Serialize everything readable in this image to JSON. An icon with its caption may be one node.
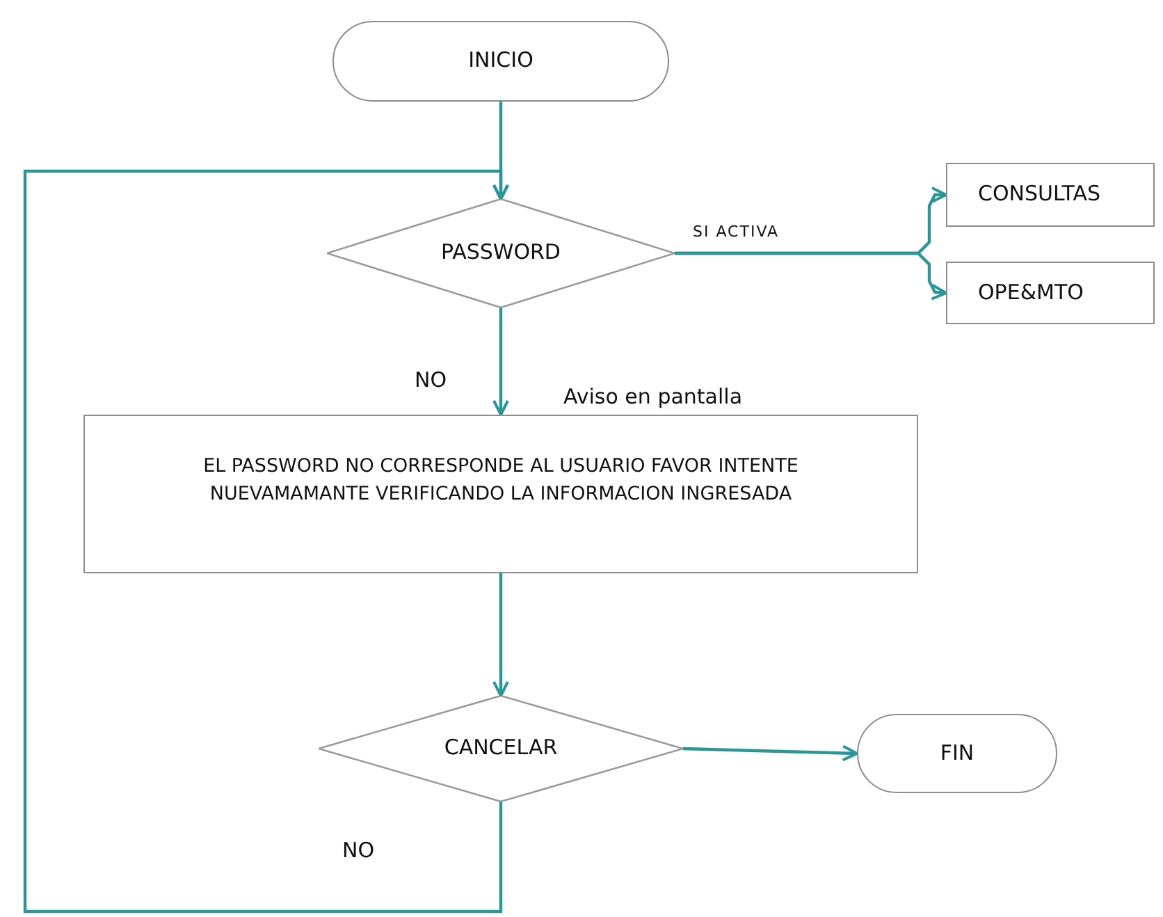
{
  "diagram": {
    "nodes": [
      {
        "text": [
          "INICIO"
        ]
      },
      {
        "text": [
          "PASSWORD"
        ]
      },
      {
        "text": [
          "CONSULTAS"
        ]
      },
      {
        "text": [
          "OPE&MTO"
        ]
      },
      {
        "text": [
          "EL PASSWORD NO CORRESPONDE AL USUARIO FAVOR INTENTE NUEVAMAMANTE VERIFICANDO LA INFORMACION INGRESADA"
        ],
        "beside": [
          "Aviso en pantalla"
        ]
      },
      {
        "text": [
          "CANCELAR"
        ]
      },
      {
        "text": [
          "FIN"
        ]
      }
    ],
    "edges": [
      {
        "from": 0,
        "to": 1,
        "arrow": "to"
      },
      {
        "from": 1,
        "to": 2,
        "arrow": "to",
        "label": "SI ACTIVA"
      },
      {
        "from": 1,
        "to": 3,
        "arrow": "to"
      },
      {
        "from": 1,
        "to": 4,
        "arrow": "to",
        "label": "NO"
      },
      {
        "from": 4,
        "to": 5,
        "arrow": "to"
      },
      {
        "from": 5,
        "to": 6,
        "arrow": "to"
      },
      {
        "from": 5,
        "to": 1,
        "arrow": "to",
        "label": "NO"
      }
    ]
  }
}
